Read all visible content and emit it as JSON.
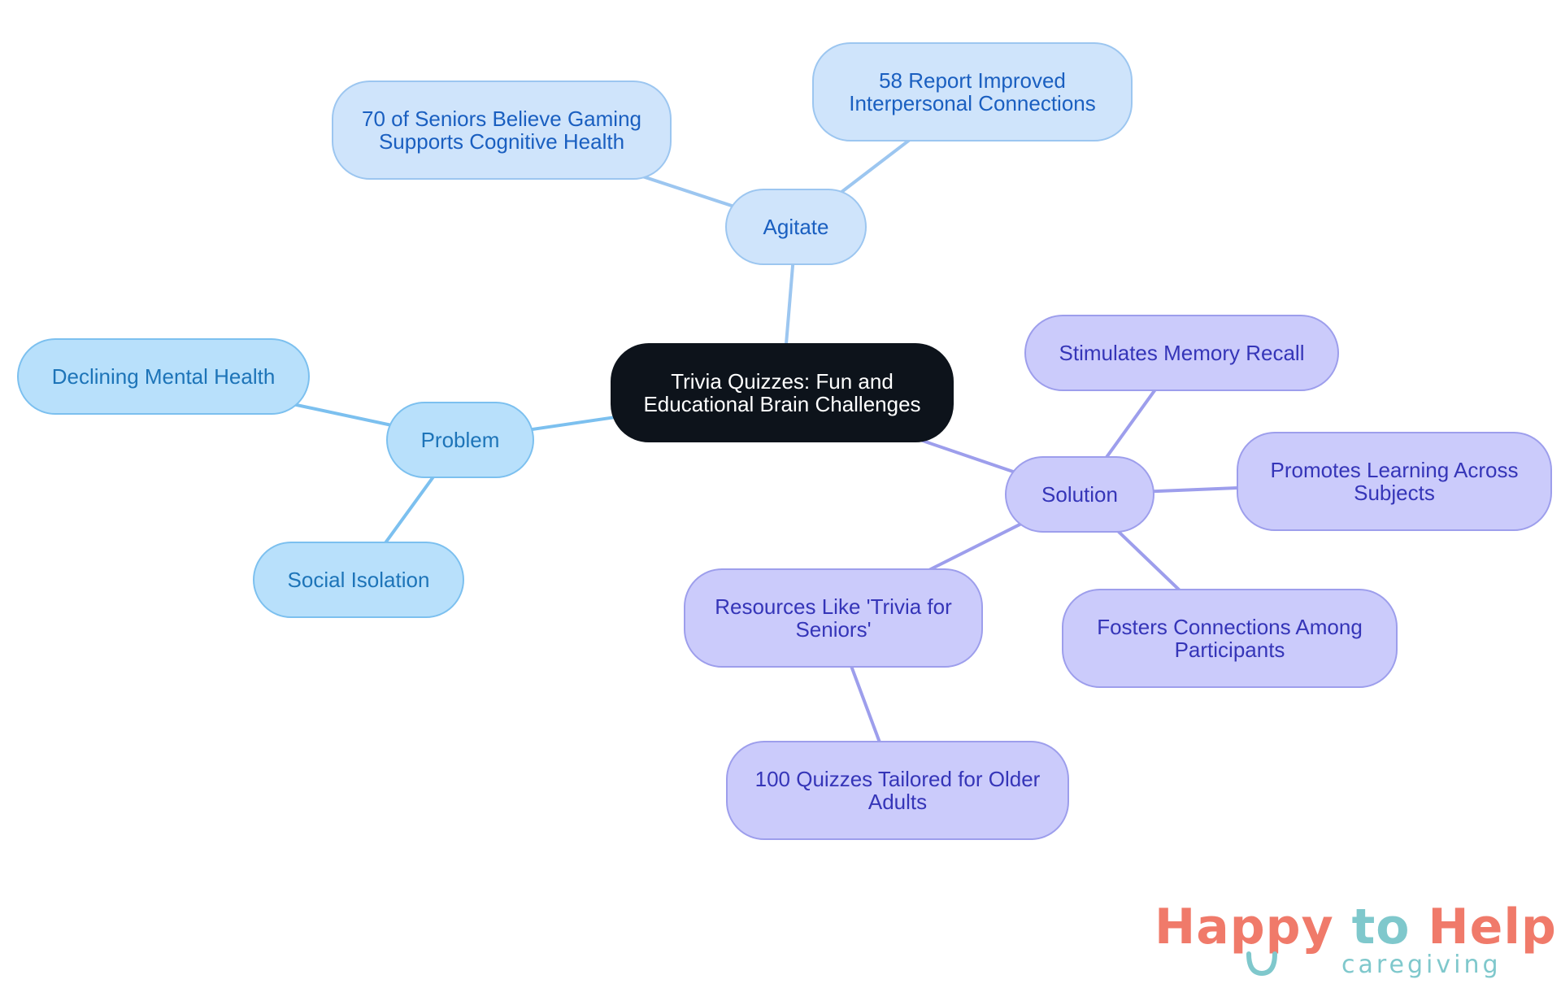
{
  "diagram": {
    "root": {
      "label": "Trivia Quizzes: Fun and Educational Brain Challenges",
      "lines": [
        "Trivia Quizzes: Fun and",
        "Educational Brain Challenges"
      ]
    },
    "branches": [
      {
        "id": "problem",
        "label": "Problem",
        "colors": {
          "fill": "#b8e0fb",
          "stroke": "#7cc0ef",
          "text": "#1d74b8",
          "edge": "#7cc0ef"
        },
        "children": [
          {
            "id": "declining-mental-health",
            "lines": [
              "Declining Mental Health"
            ]
          },
          {
            "id": "social-isolation",
            "lines": [
              "Social Isolation"
            ]
          }
        ]
      },
      {
        "id": "agitate",
        "label": "Agitate",
        "colors": {
          "fill": "#cfe4fb",
          "stroke": "#9cc6f0",
          "text": "#1a5fc0",
          "edge": "#9cc6f0"
        },
        "children": [
          {
            "id": "seniors-gaming",
            "lines": [
              "70 of Seniors Believe Gaming",
              "Supports Cognitive Health"
            ]
          },
          {
            "id": "interpersonal",
            "lines": [
              "58 Report Improved",
              "Interpersonal Connections"
            ]
          }
        ]
      },
      {
        "id": "solution",
        "label": "Solution",
        "colors": {
          "fill": "#cbcbfb",
          "stroke": "#9d9eec",
          "text": "#3535b8",
          "edge": "#9d9eec"
        },
        "children": [
          {
            "id": "memory-recall",
            "lines": [
              "Stimulates Memory Recall"
            ]
          },
          {
            "id": "learning",
            "lines": [
              "Promotes Learning Across",
              "Subjects"
            ]
          },
          {
            "id": "connections",
            "lines": [
              "Fosters Connections Among",
              "Participants"
            ]
          },
          {
            "id": "resources",
            "lines": [
              "Resources Like 'Trivia for",
              "Seniors'"
            ]
          },
          {
            "id": "quizzes",
            "lines": [
              "100 Quizzes Tailored for Older",
              "Adults"
            ]
          }
        ]
      }
    ],
    "root_colors": {
      "fill": "#0d131b",
      "stroke": "#0d131b",
      "text": "#ffffff"
    }
  },
  "logo": {
    "word_happy": "Happy",
    "word_to": "to",
    "word_help": "Help",
    "tagline": "caregiving",
    "colors": {
      "coral": "#f07a6a",
      "teal": "#7fc8cc"
    }
  }
}
